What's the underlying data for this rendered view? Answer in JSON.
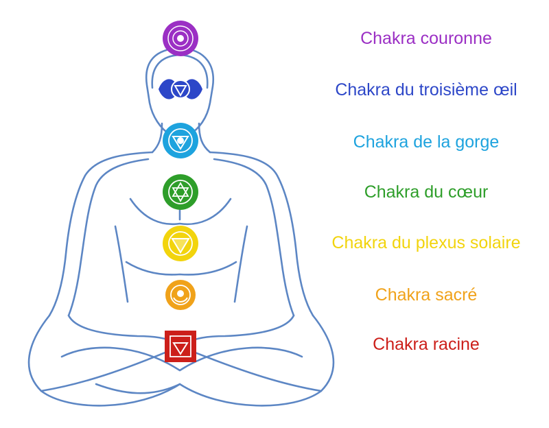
{
  "chakras": [
    {
      "id": "crown",
      "label": "Chakra couronne",
      "color": "#9b2fc4",
      "icon": "lotus-flower-icon"
    },
    {
      "id": "third-eye",
      "label": "Chakra du troisième œil",
      "color": "#2d47c8",
      "icon": "winged-circle-icon"
    },
    {
      "id": "throat",
      "label": "Chakra de la gorge",
      "color": "#1ea3de",
      "icon": "petal-circle-triangle-icon"
    },
    {
      "id": "heart",
      "label": "Chakra du cœur",
      "color": "#2e9e2a",
      "icon": "hexagram-lotus-icon"
    },
    {
      "id": "solar",
      "label": "Chakra du plexus solaire",
      "color": "#f2d40d",
      "icon": "triangle-lotus-icon"
    },
    {
      "id": "sacral",
      "label": "Chakra sacré",
      "color": "#f0a21a",
      "icon": "crescent-lotus-icon"
    },
    {
      "id": "root",
      "label": "Chakra racine",
      "color": "#cc1f1a",
      "icon": "square-triangle-icon"
    }
  ],
  "body_color": "#5c86c4"
}
